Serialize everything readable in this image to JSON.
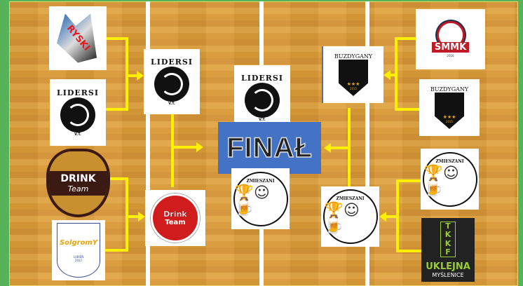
{
  "title": "FINAŁ",
  "colors": {
    "connector": "#ffef00",
    "final_box": "#4472c4",
    "court": "#d99a38"
  },
  "round1_left": [
    {
      "team": "RYSKI"
    },
    {
      "team": "LIDERSI",
      "sub": "V.T."
    },
    {
      "team": "DRINK",
      "sub": "Team"
    },
    {
      "team": "SolgromY",
      "sub": "LUBIEŃ",
      "year": "2022"
    }
  ],
  "round2_left": [
    {
      "team": "LIDERSI",
      "sub": "V.T."
    },
    {
      "team": "Drink",
      "sub": "Team"
    }
  ],
  "final": [
    {
      "team": "LIDERSI",
      "sub": "V.T."
    },
    {
      "team": "ZMIESZANI"
    }
  ],
  "round2_right": [
    {
      "team": "BUZDYGANY",
      "year": "2015"
    },
    {
      "team": "ZMIESZANI"
    }
  ],
  "round1_right": [
    {
      "team": "SMMK",
      "year": "2016"
    },
    {
      "team": "BUZDYGANY",
      "year": "2015"
    },
    {
      "team": "ZMIESZANI"
    },
    {
      "team": "UKLEJNA",
      "sub": "MYŚLENICE",
      "mark": "TK KF"
    }
  ]
}
